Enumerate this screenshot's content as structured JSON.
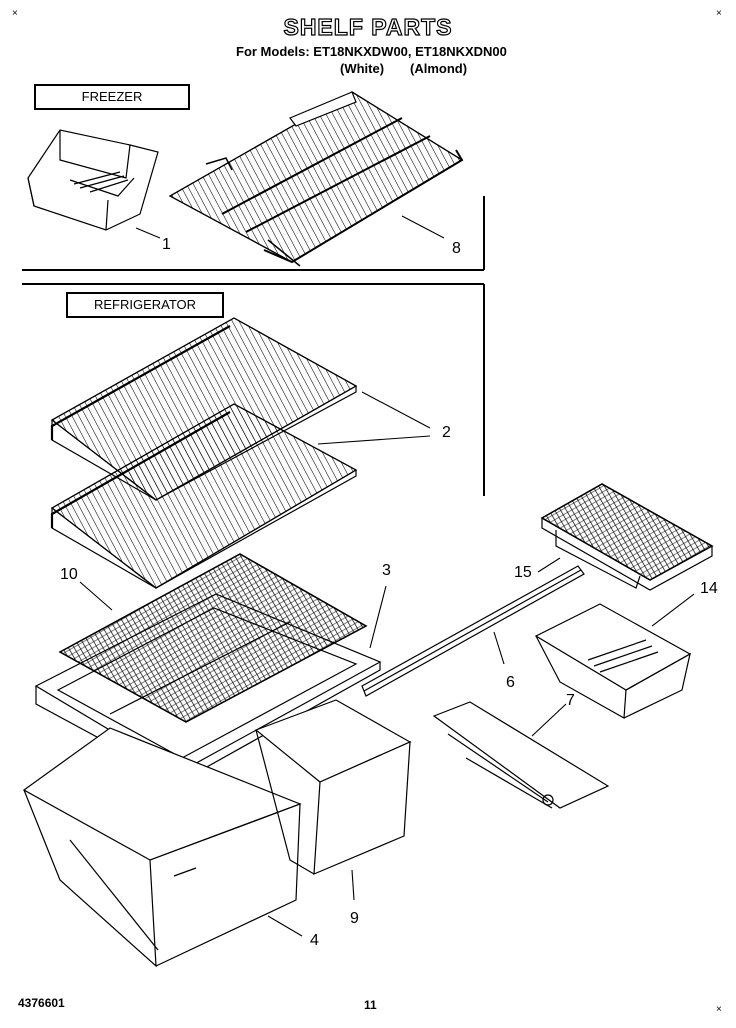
{
  "page": {
    "title": "SHELF PARTS",
    "models_line": "For Models: ET18NKXDW00, ET18NKXDN00",
    "color_white": "(White)",
    "color_almond": "(Almond)",
    "section_freezer": "FREEZER",
    "section_refrigerator": "REFRIGERATOR",
    "part_number_footer": "4376601",
    "page_number": "11"
  },
  "callouts": [
    "1",
    "8",
    "2",
    "3",
    "10",
    "15",
    "14",
    "6",
    "7",
    "9",
    "4"
  ]
}
